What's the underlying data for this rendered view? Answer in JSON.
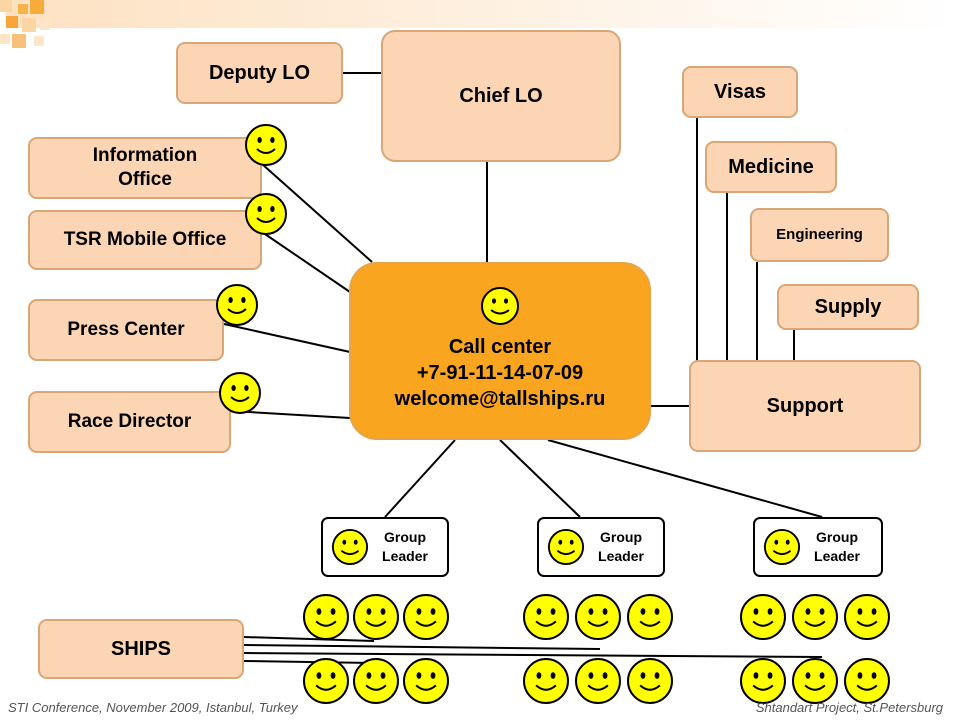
{
  "nodes": {
    "chief_lo": "Chief LO",
    "deputy_lo": "Deputy LO",
    "information_office": "Information Office",
    "tsr_mobile_office": "TSR Mobile Office",
    "press_center": "Press Center",
    "race_director": "Race Director",
    "visas": "Visas",
    "medicine": "Medicine",
    "engineering": "Engineering",
    "supply": "Supply",
    "support": "Support",
    "ships": "SHIPS"
  },
  "call_center": {
    "title": "Call center",
    "phone": "+7-91-11-14-07-09",
    "email": "welcome@tallships.ru"
  },
  "group_leader_label": "Group Leader",
  "footer": {
    "left": "STI Conference, November 2009, Istanbul, Turkey",
    "right": "Shtandart Project, St.Petersburg"
  },
  "colors": {
    "box_fill": "#fcd5b4",
    "hub_fill": "#f9a51f",
    "smiley_fill": "#ffff00"
  },
  "icons": [
    "smiley-face-icon"
  ]
}
